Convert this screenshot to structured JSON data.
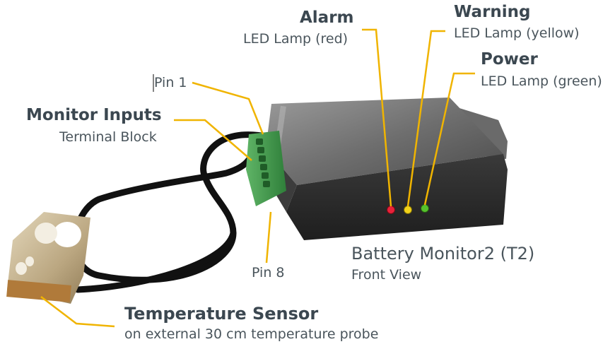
{
  "labels": {
    "alarm": {
      "title": "Alarm",
      "sub": "LED Lamp (red)"
    },
    "warning": {
      "title": "Warning",
      "sub": "LED Lamp (yellow)"
    },
    "power": {
      "title": "Power",
      "sub": "LED Lamp (green)"
    },
    "pin1": "Pin 1",
    "monitor_inputs": {
      "title": "Monitor Inputs",
      "sub": "Terminal Block"
    },
    "pin8": "Pin 8",
    "device": {
      "title": "Battery Monitor2 (T2)",
      "sub": "Front View"
    },
    "temperature": {
      "title": "Temperature Sensor",
      "sub": "on external 30 cm temperature probe"
    }
  },
  "colors": {
    "callout_line": "#f0b400",
    "led_red": "#e8213a",
    "led_yellow": "#f2d21a",
    "led_green": "#55c22c",
    "terminal_block": "#3f9a4a",
    "device_body": "#2e2e2e",
    "probe_metal": "#cbb995"
  }
}
